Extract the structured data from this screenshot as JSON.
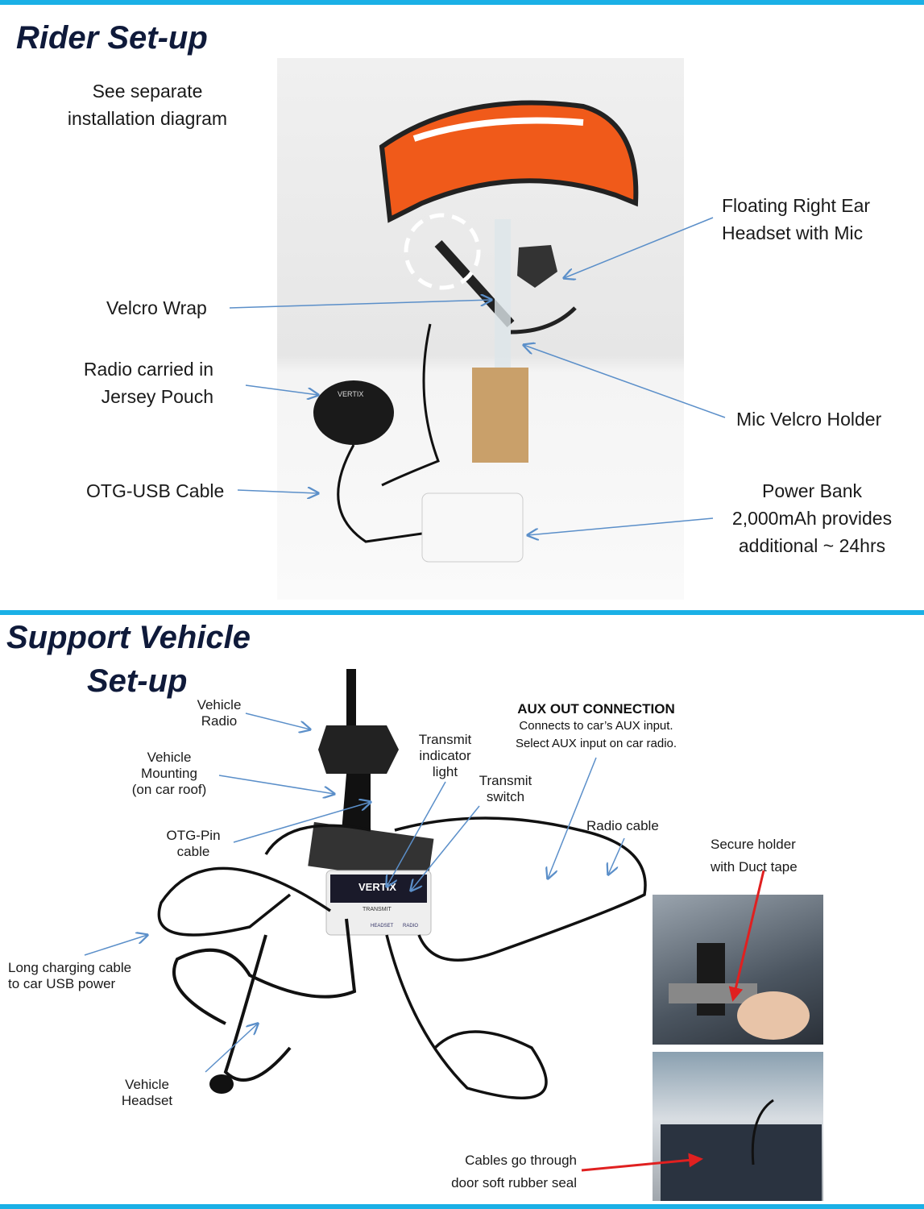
{
  "colors": {
    "accent_bar": "#1ab0e6",
    "title": "#0f1a3a",
    "arrow": "#5b8fc9",
    "red_arrow": "#e02020",
    "helmet": "#f05a1a"
  },
  "rider": {
    "title": "Rider Set-up",
    "labels": {
      "see_separate": [
        "See separate",
        "installation diagram"
      ],
      "floating_ear": [
        "Floating Right Ear",
        "Headset with Mic"
      ],
      "velcro_wrap": "Velcro Wrap",
      "radio_pouch": [
        "Radio carried in",
        "Jersey Pouch"
      ],
      "mic_holder": "Mic Velcro Holder",
      "otg_usb": "OTG-USB Cable",
      "power_bank": [
        "Power Bank",
        "2,000mAh provides",
        "additional ~ 24hrs"
      ]
    },
    "photo_text": {
      "radio_brand": "VERTIX"
    }
  },
  "vehicle": {
    "title": [
      "Support Vehicle",
      "Set-up"
    ],
    "labels": {
      "vehicle_radio": [
        "Vehicle",
        "Radio"
      ],
      "vehicle_mounting": [
        "Vehicle",
        "Mounting",
        "(on car roof)"
      ],
      "otg_pin": [
        "OTG-Pin",
        "cable"
      ],
      "transmit_light": [
        "Transmit",
        "indicator",
        "light"
      ],
      "transmit_switch": [
        "Transmit",
        "switch"
      ],
      "aux_title": "AUX OUT CONNECTION",
      "aux_desc": [
        "Connects to car’s AUX input.",
        "Select AUX input on car radio."
      ],
      "radio_cable": "Radio cable",
      "secure_holder": [
        "Secure holder",
        "with Duct tape"
      ],
      "long_cable": [
        "Long charging cable",
        "to car USB power"
      ],
      "vehicle_headset": [
        "Vehicle",
        "Headset"
      ],
      "cables_door": [
        "Cables go through",
        "door soft rubber seal"
      ]
    },
    "photo_text": {
      "box_brand": "VERTIX",
      "box_transmit": "TRANSMIT",
      "box_headset": "HEADSET",
      "box_radio": "RADIO"
    }
  }
}
